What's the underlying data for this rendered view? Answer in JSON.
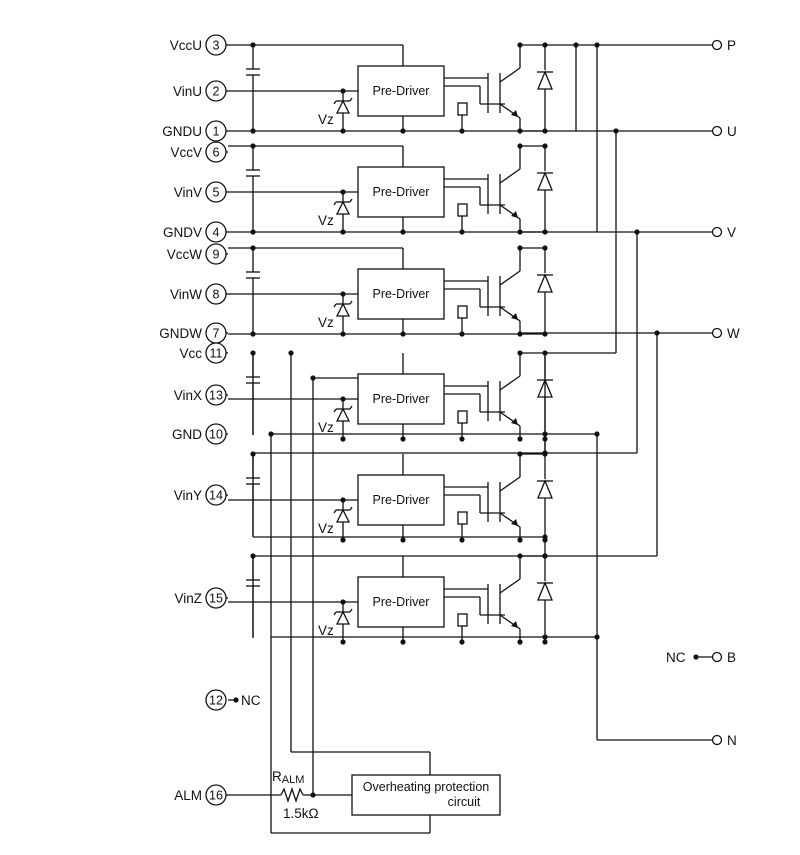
{
  "diagram": {
    "pins": [
      {
        "label": "VccU",
        "num": "3"
      },
      {
        "label": "VinU",
        "num": "2"
      },
      {
        "label": "GNDU",
        "num": "1"
      },
      {
        "label": "VccV",
        "num": "6"
      },
      {
        "label": "VinV",
        "num": "5"
      },
      {
        "label": "GNDV",
        "num": "4"
      },
      {
        "label": "VccW",
        "num": "9"
      },
      {
        "label": "VinW",
        "num": "8"
      },
      {
        "label": "GNDW",
        "num": "7"
      },
      {
        "label": "Vcc",
        "num": "11"
      },
      {
        "label": "VinX",
        "num": "13"
      },
      {
        "label": "GND",
        "num": "10"
      },
      {
        "label": "VinY",
        "num": "14"
      },
      {
        "label": "VinZ",
        "num": "15"
      },
      {
        "label": "ALM",
        "num": "16"
      }
    ],
    "nc_pin": {
      "num": "12",
      "label": "NC"
    },
    "predriver_label": "Pre-Driver",
    "zener_label": "Vz",
    "outputs": [
      "P",
      "U",
      "V",
      "W",
      "B",
      "N"
    ],
    "nc_b_label": "NC",
    "resistor_label": "RALM",
    "resistor_label_main": "R",
    "resistor_label_sub": "ALM",
    "resistor_value": "1.5kΩ",
    "protection_line1": "Overheating protection",
    "protection_line2": "circuit"
  }
}
